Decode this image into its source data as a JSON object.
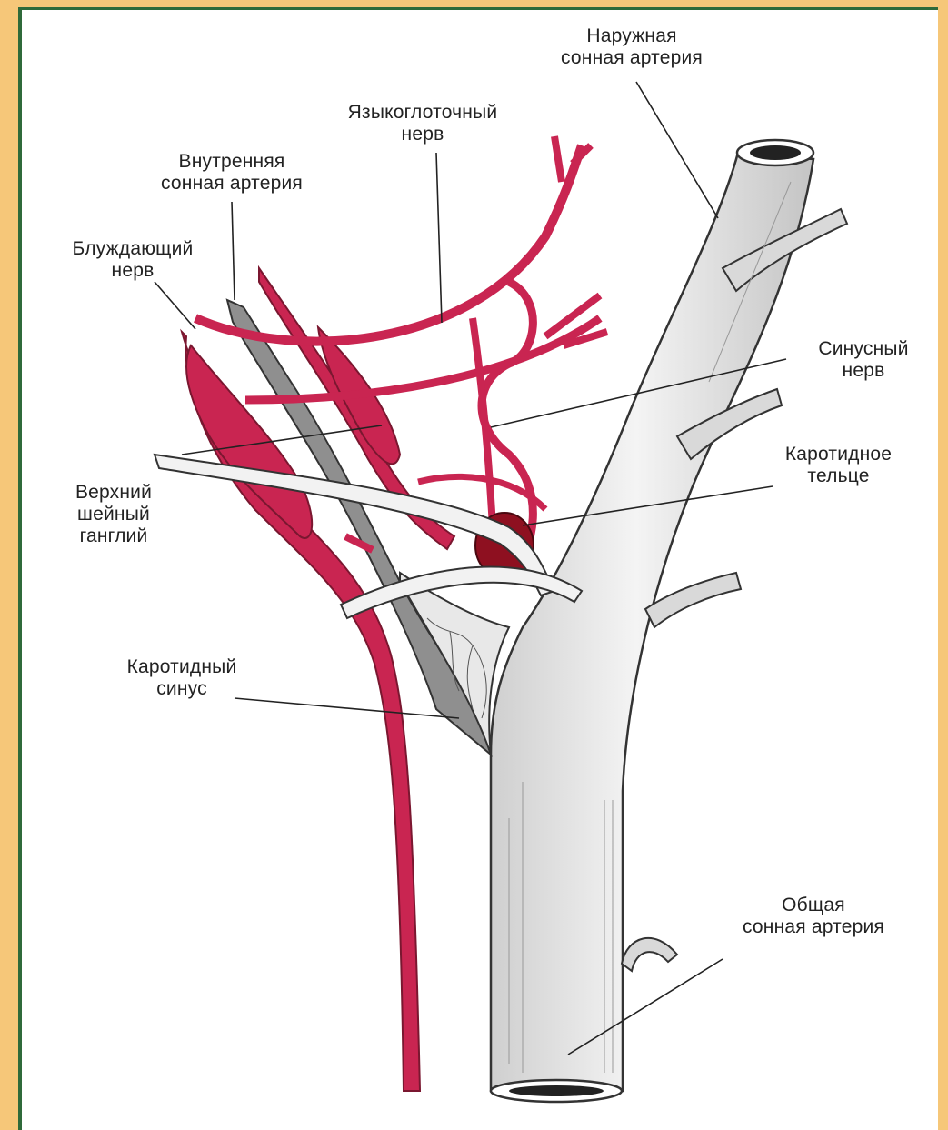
{
  "colors": {
    "frame": "#f6c779",
    "border": "#2f6a3a",
    "nerve": "#c92551",
    "nerve_outline": "#7a1730",
    "artery": "#e4e4e4",
    "artery_outline": "#333333",
    "carotid_body": "#8e1020",
    "trunk": "#f2f2f2"
  },
  "labels": {
    "external_carotid": [
      "Наружная",
      "сонная артерия"
    ],
    "glossopharyngeal": [
      "Языкоглоточный",
      "нерв"
    ],
    "internal_carotid": [
      "Внутренняя",
      "сонная артерия"
    ],
    "vagus": [
      "Блуждающий",
      "нерв"
    ],
    "sinus_nerve": [
      "Синусный",
      "нерв"
    ],
    "carotid_body": [
      "Каротидное",
      "тельце"
    ],
    "superior_ganglion": [
      "Верхний",
      "шейный",
      "ганглий"
    ],
    "carotid_sinus": [
      "Каротидный",
      "синус"
    ],
    "common_carotid": [
      "Общая",
      "сонная артерия"
    ]
  }
}
